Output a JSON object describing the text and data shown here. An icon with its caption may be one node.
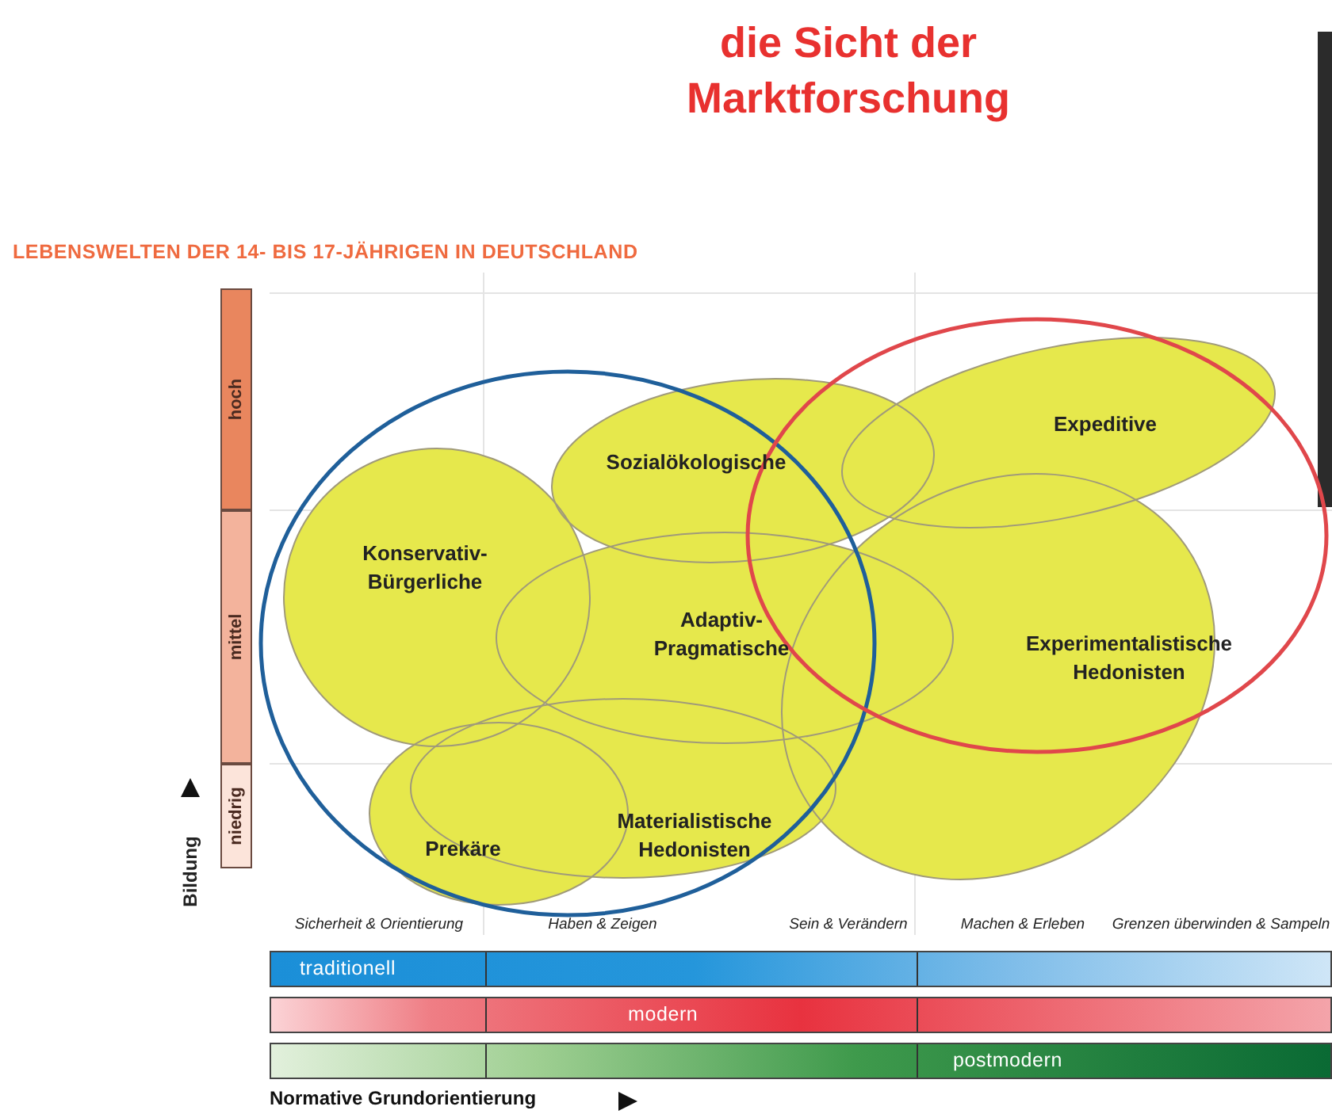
{
  "diagram": {
    "title": "die Sicht der Marktforschung",
    "nodes": [
      {
        "text": [],
        "shape": "circle"
      },
      {
        "text": [],
        "shape": "circle"
      },
      {
        "text": [
          "Expeditive"
        ],
        "in": 1
      },
      {
        "text": [
          "Sozialökologische"
        ]
      },
      {
        "text": [
          "Konservativ- Bürgerliche"
        ],
        "in": 0
      },
      {
        "text": [
          "Adaptiv- Pragmatische"
        ]
      },
      {
        "text": [
          "Experimentalistische Hedonisten"
        ]
      },
      {
        "text": [
          "Materialistische Hedonisten"
        ],
        "in": 0
      },
      {
        "text": [
          "Prekäre"
        ],
        "in": 0
      }
    ],
    "labels": [
      "LEBENSWELTEN DER 14- BIS 17-JÄHRIGEN IN DEUTSCHLAND",
      "hoch",
      "mittel",
      "niedrig",
      "Bildung",
      "Sicherheit & Orientierung",
      "Haben & Zeigen",
      "Sein & Verändern",
      "Machen & Erleben",
      "Grenzen überwinden & Sampeln",
      "traditionell",
      "modern",
      "postmodern",
      "Normative Grundorientierung"
    ]
  }
}
